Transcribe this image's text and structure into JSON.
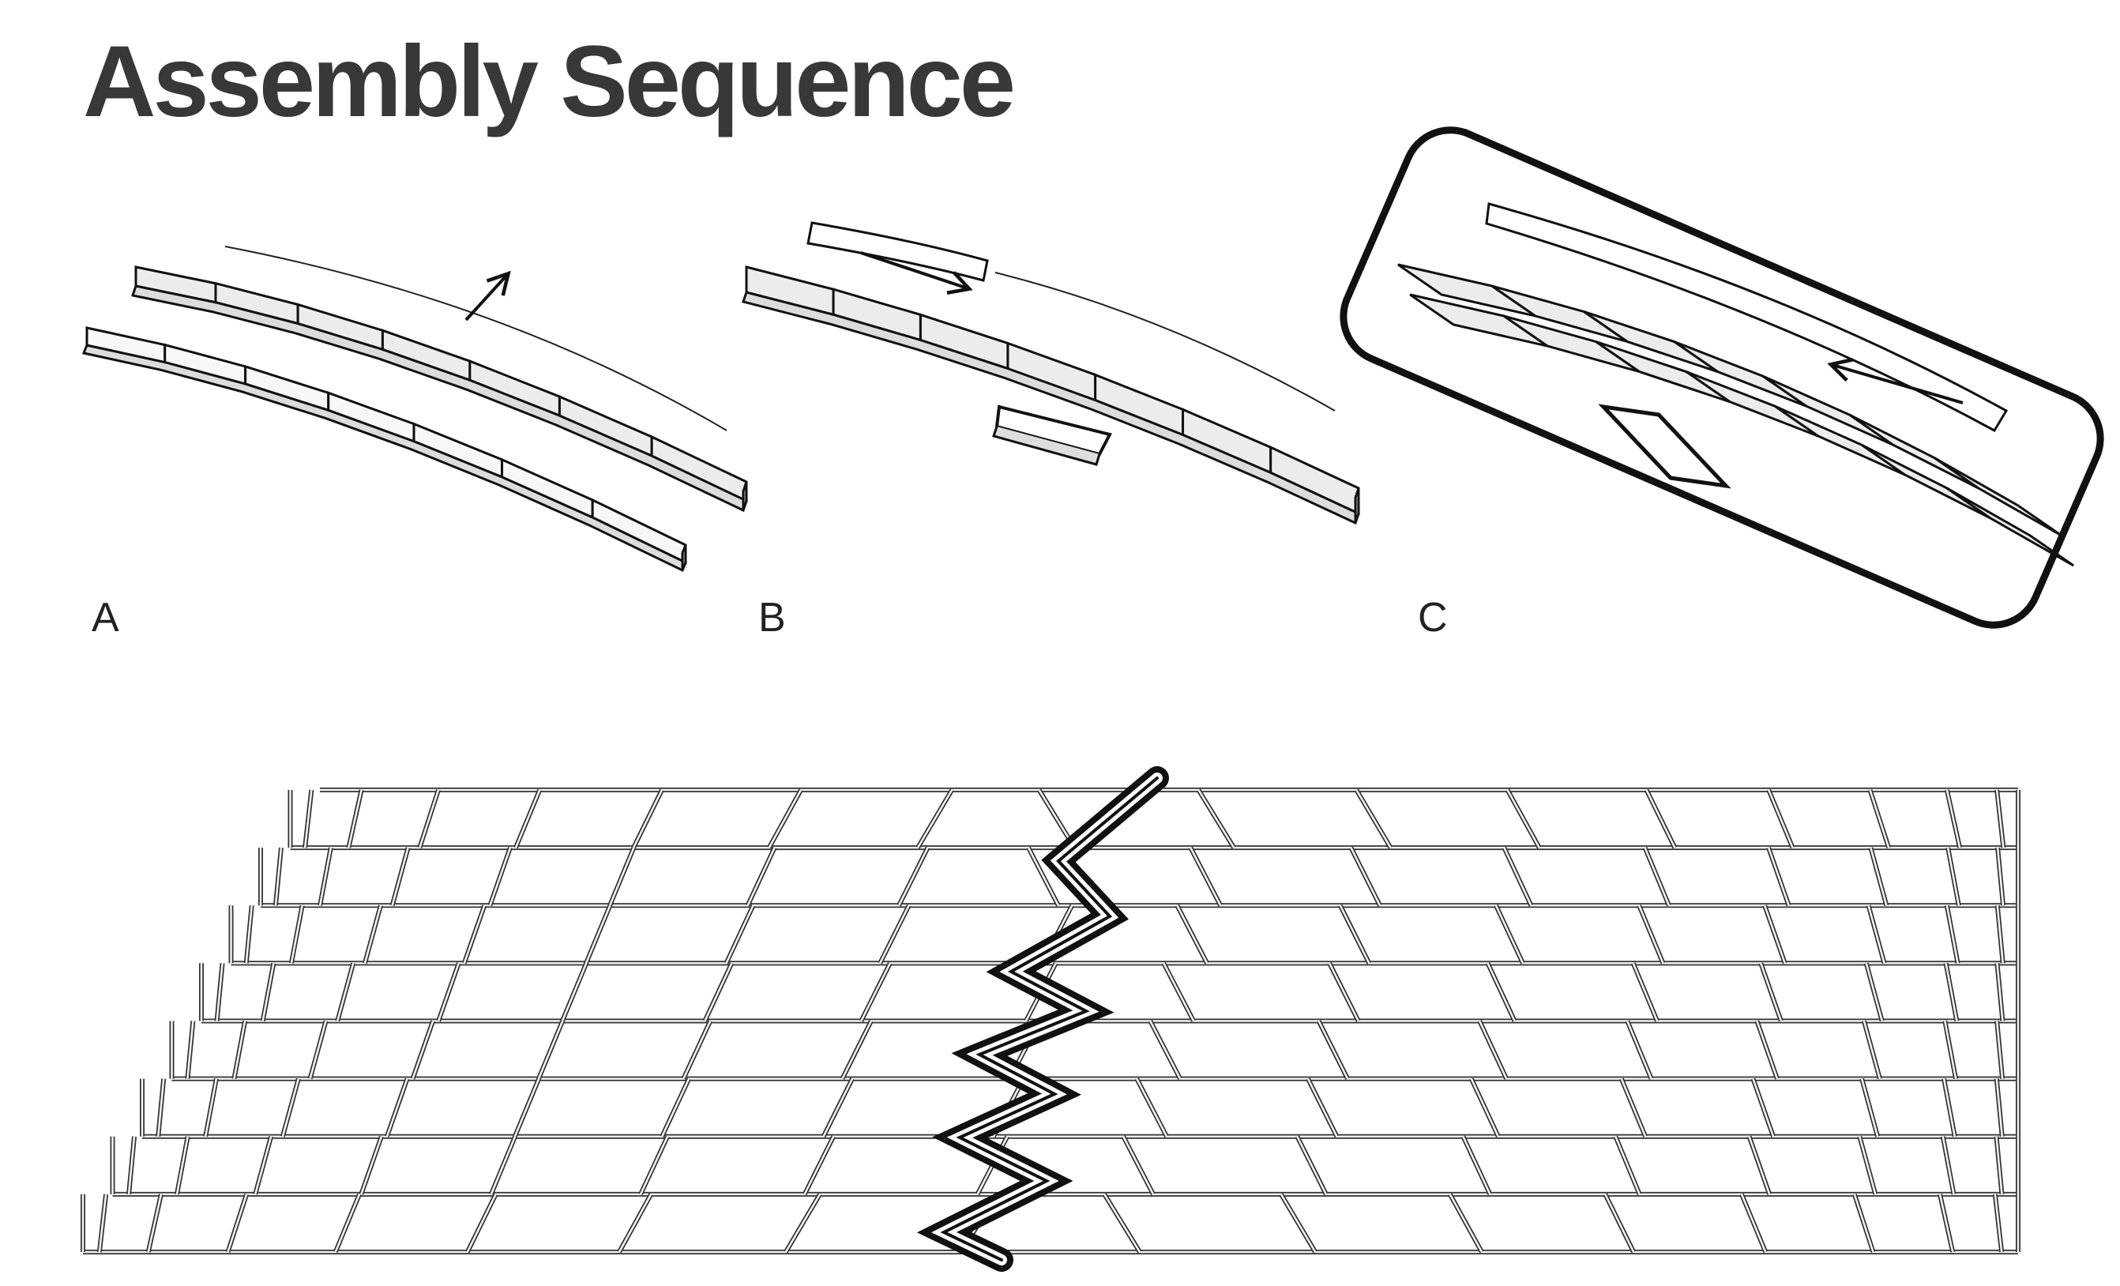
{
  "title": "Assembly Sequence",
  "panels": [
    {
      "id": "a",
      "label": "A"
    },
    {
      "id": "b",
      "label": "B"
    },
    {
      "id": "c",
      "label": "C"
    }
  ],
  "icons": [
    "arrow-icon",
    "strip-icon",
    "tile-icon",
    "zigzag-seam-icon"
  ],
  "colors": {
    "ink": "#111111",
    "tile_fill": "#ededed",
    "seam": "#1a1a1a",
    "title": "#383838"
  },
  "bottom_pattern": {
    "rows": 8,
    "columns": 17,
    "pattern": "chevron"
  }
}
